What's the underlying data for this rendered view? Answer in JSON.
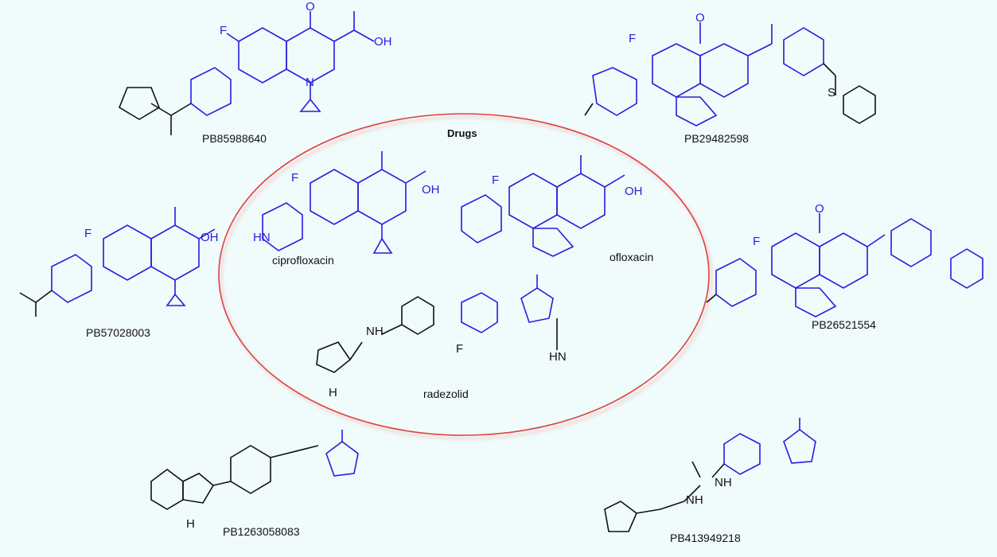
{
  "colors": {
    "background": "#f0fbfb",
    "scaffold": "#1f1fe0",
    "substituent": "#111111",
    "ellipse": "#e04040"
  },
  "center": {
    "title": "Drugs",
    "drugs": [
      "ciprofloxacin",
      "ofloxacin",
      "radezolid"
    ]
  },
  "compounds": [
    "PB85988640",
    "PB29482598",
    "PB57028003",
    "PB26521554",
    "PB1263058083",
    "PB413949218"
  ],
  "atoms": {
    "fluorine": "F",
    "oxygen": "O",
    "nitrogen": "N",
    "sulfur": "S",
    "hydroxyl": "OH",
    "amine": "NH",
    "ring_nh": "HN",
    "hydrogen": "H"
  }
}
